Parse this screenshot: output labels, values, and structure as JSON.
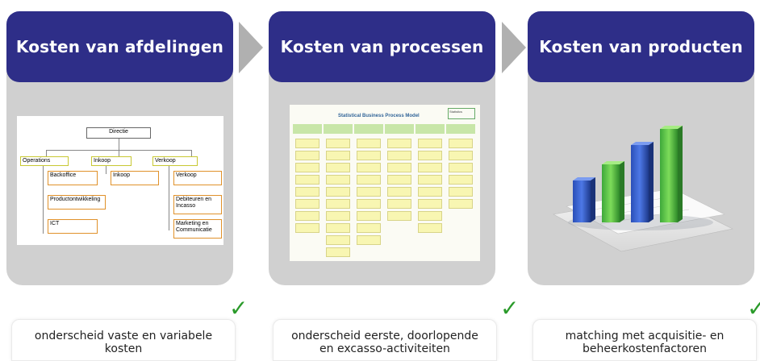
{
  "panels": [
    {
      "title": "Kosten van afdelingen",
      "note": "onderscheid vaste en variabele kosten",
      "org": {
        "root": "Directie",
        "level1": [
          "Operations",
          "Inkoop",
          "Verkoop"
        ],
        "operations_children": [
          "Backoffice",
          "Productontwikkeling",
          "ICT"
        ],
        "inkoop_children": [
          "Inkoop"
        ],
        "verkoop_children": [
          "Verkoop",
          "Debiteuren en Incasso",
          "Marketing en Communicatie"
        ]
      }
    },
    {
      "title": "Kosten van processen",
      "note": "onderscheid eerste, doorlopende en excasso-activiteiten",
      "model_title": "Statistical Business Process Model",
      "model_logo": "Statistics"
    },
    {
      "title": "Kosten van producten",
      "note": "matching met acquisitie- en beheerkostenfactoren"
    }
  ],
  "check_symbol": "✓",
  "colors": {
    "header": "#2e2e88",
    "panel": "#d0d0d0",
    "check": "#2a9a2a",
    "org_mid": "#c8c832",
    "org_leaf": "#e0912a"
  }
}
